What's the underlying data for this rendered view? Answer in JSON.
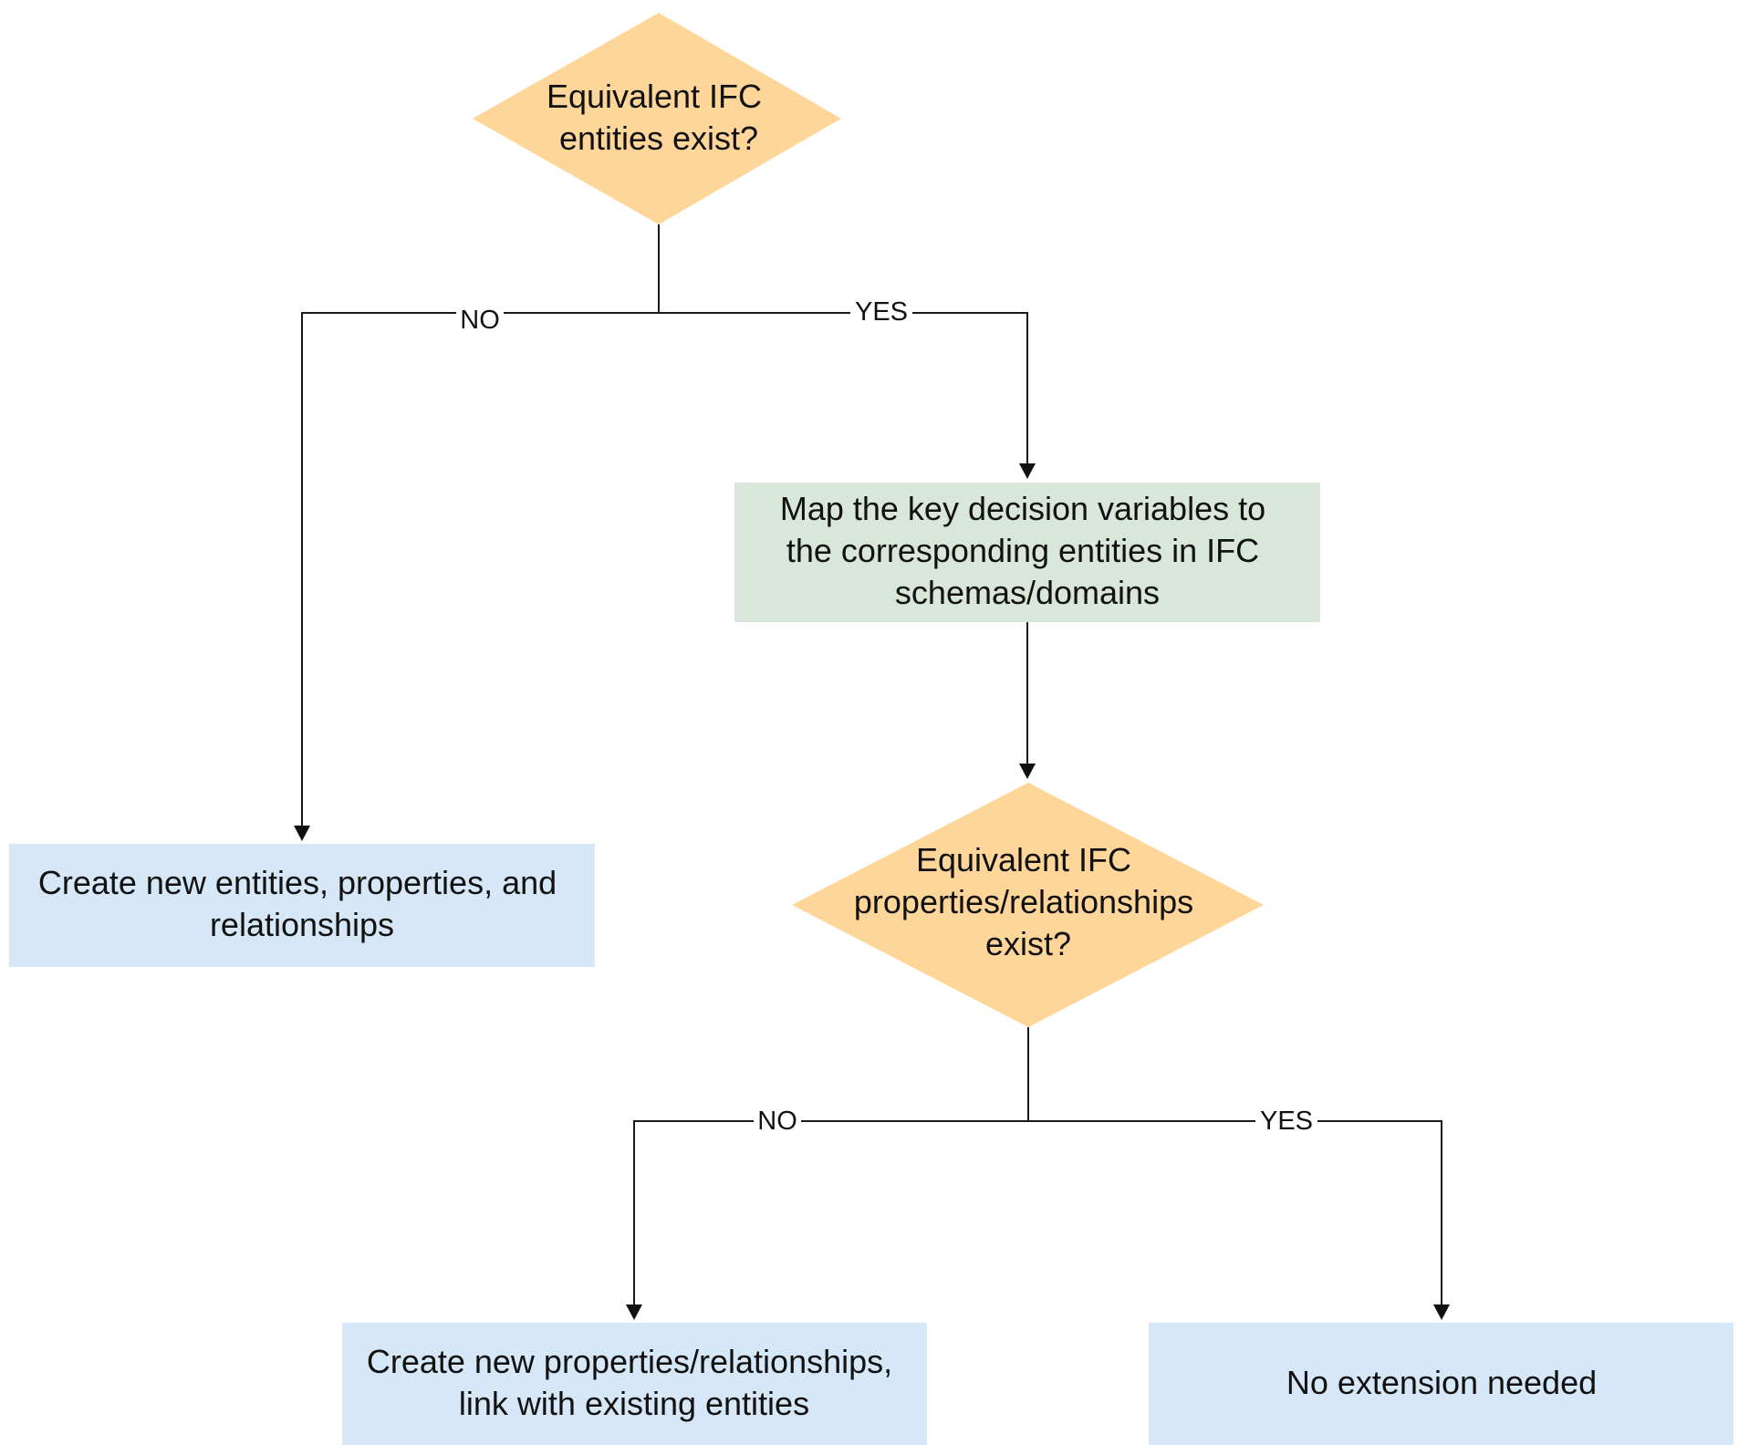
{
  "colors": {
    "decision": "#FFD699",
    "process_green": "#D9E7DB",
    "process_blue": "#D6E7F7",
    "line": "#1a1a1a",
    "text": "#111111",
    "background": "#ffffff"
  },
  "nodes": {
    "decision_entities": {
      "shape": "diamond",
      "lines": [
        "Equivalent IFC",
        "entities exist?"
      ]
    },
    "map_variables": {
      "shape": "rectangle",
      "lines": [
        "Map the key decision variables to",
        "the corresponding entities in IFC",
        "schemas/domains"
      ]
    },
    "create_entities": {
      "shape": "rectangle",
      "lines": [
        "Create new entities, properties, and",
        "relationships"
      ]
    },
    "decision_properties": {
      "shape": "diamond",
      "lines": [
        "Equivalent IFC",
        "properties/relationships",
        "exist?"
      ]
    },
    "create_properties": {
      "shape": "rectangle",
      "lines": [
        "Create new properties/relationships,",
        "link with existing entities"
      ]
    },
    "no_extension": {
      "shape": "rectangle",
      "lines": [
        "No extension needed"
      ]
    }
  },
  "edges": {
    "entities_no": {
      "from": "decision_entities",
      "to": "create_entities",
      "label": "NO"
    },
    "entities_yes": {
      "from": "decision_entities",
      "to": "map_variables",
      "label": "YES"
    },
    "map_to_decision": {
      "from": "map_variables",
      "to": "decision_properties",
      "label": ""
    },
    "properties_no": {
      "from": "decision_properties",
      "to": "create_properties",
      "label": "NO"
    },
    "properties_yes": {
      "from": "decision_properties",
      "to": "no_extension",
      "label": "YES"
    }
  }
}
